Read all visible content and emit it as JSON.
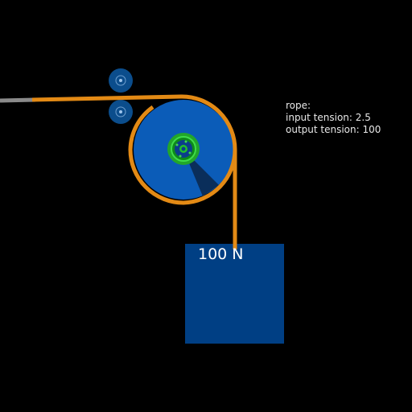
{
  "info_panel": {
    "heading": "rope:",
    "input_tension_label": "input tension:",
    "input_tension_value": "2.5",
    "output_tension_label": "output tension:",
    "output_tension_value": "100"
  },
  "weight": {
    "label": "100 N"
  },
  "colors": {
    "background": "#000000",
    "capstan_body": "#0b5cb8",
    "capstan_shadow": "#0a2e5a",
    "hub_green": "#22c02a",
    "rope_orange": "#e38a15",
    "rope_grey": "#8a8a8a",
    "guide_roller": "#0b4d8c",
    "weight_box": "#003f84"
  }
}
